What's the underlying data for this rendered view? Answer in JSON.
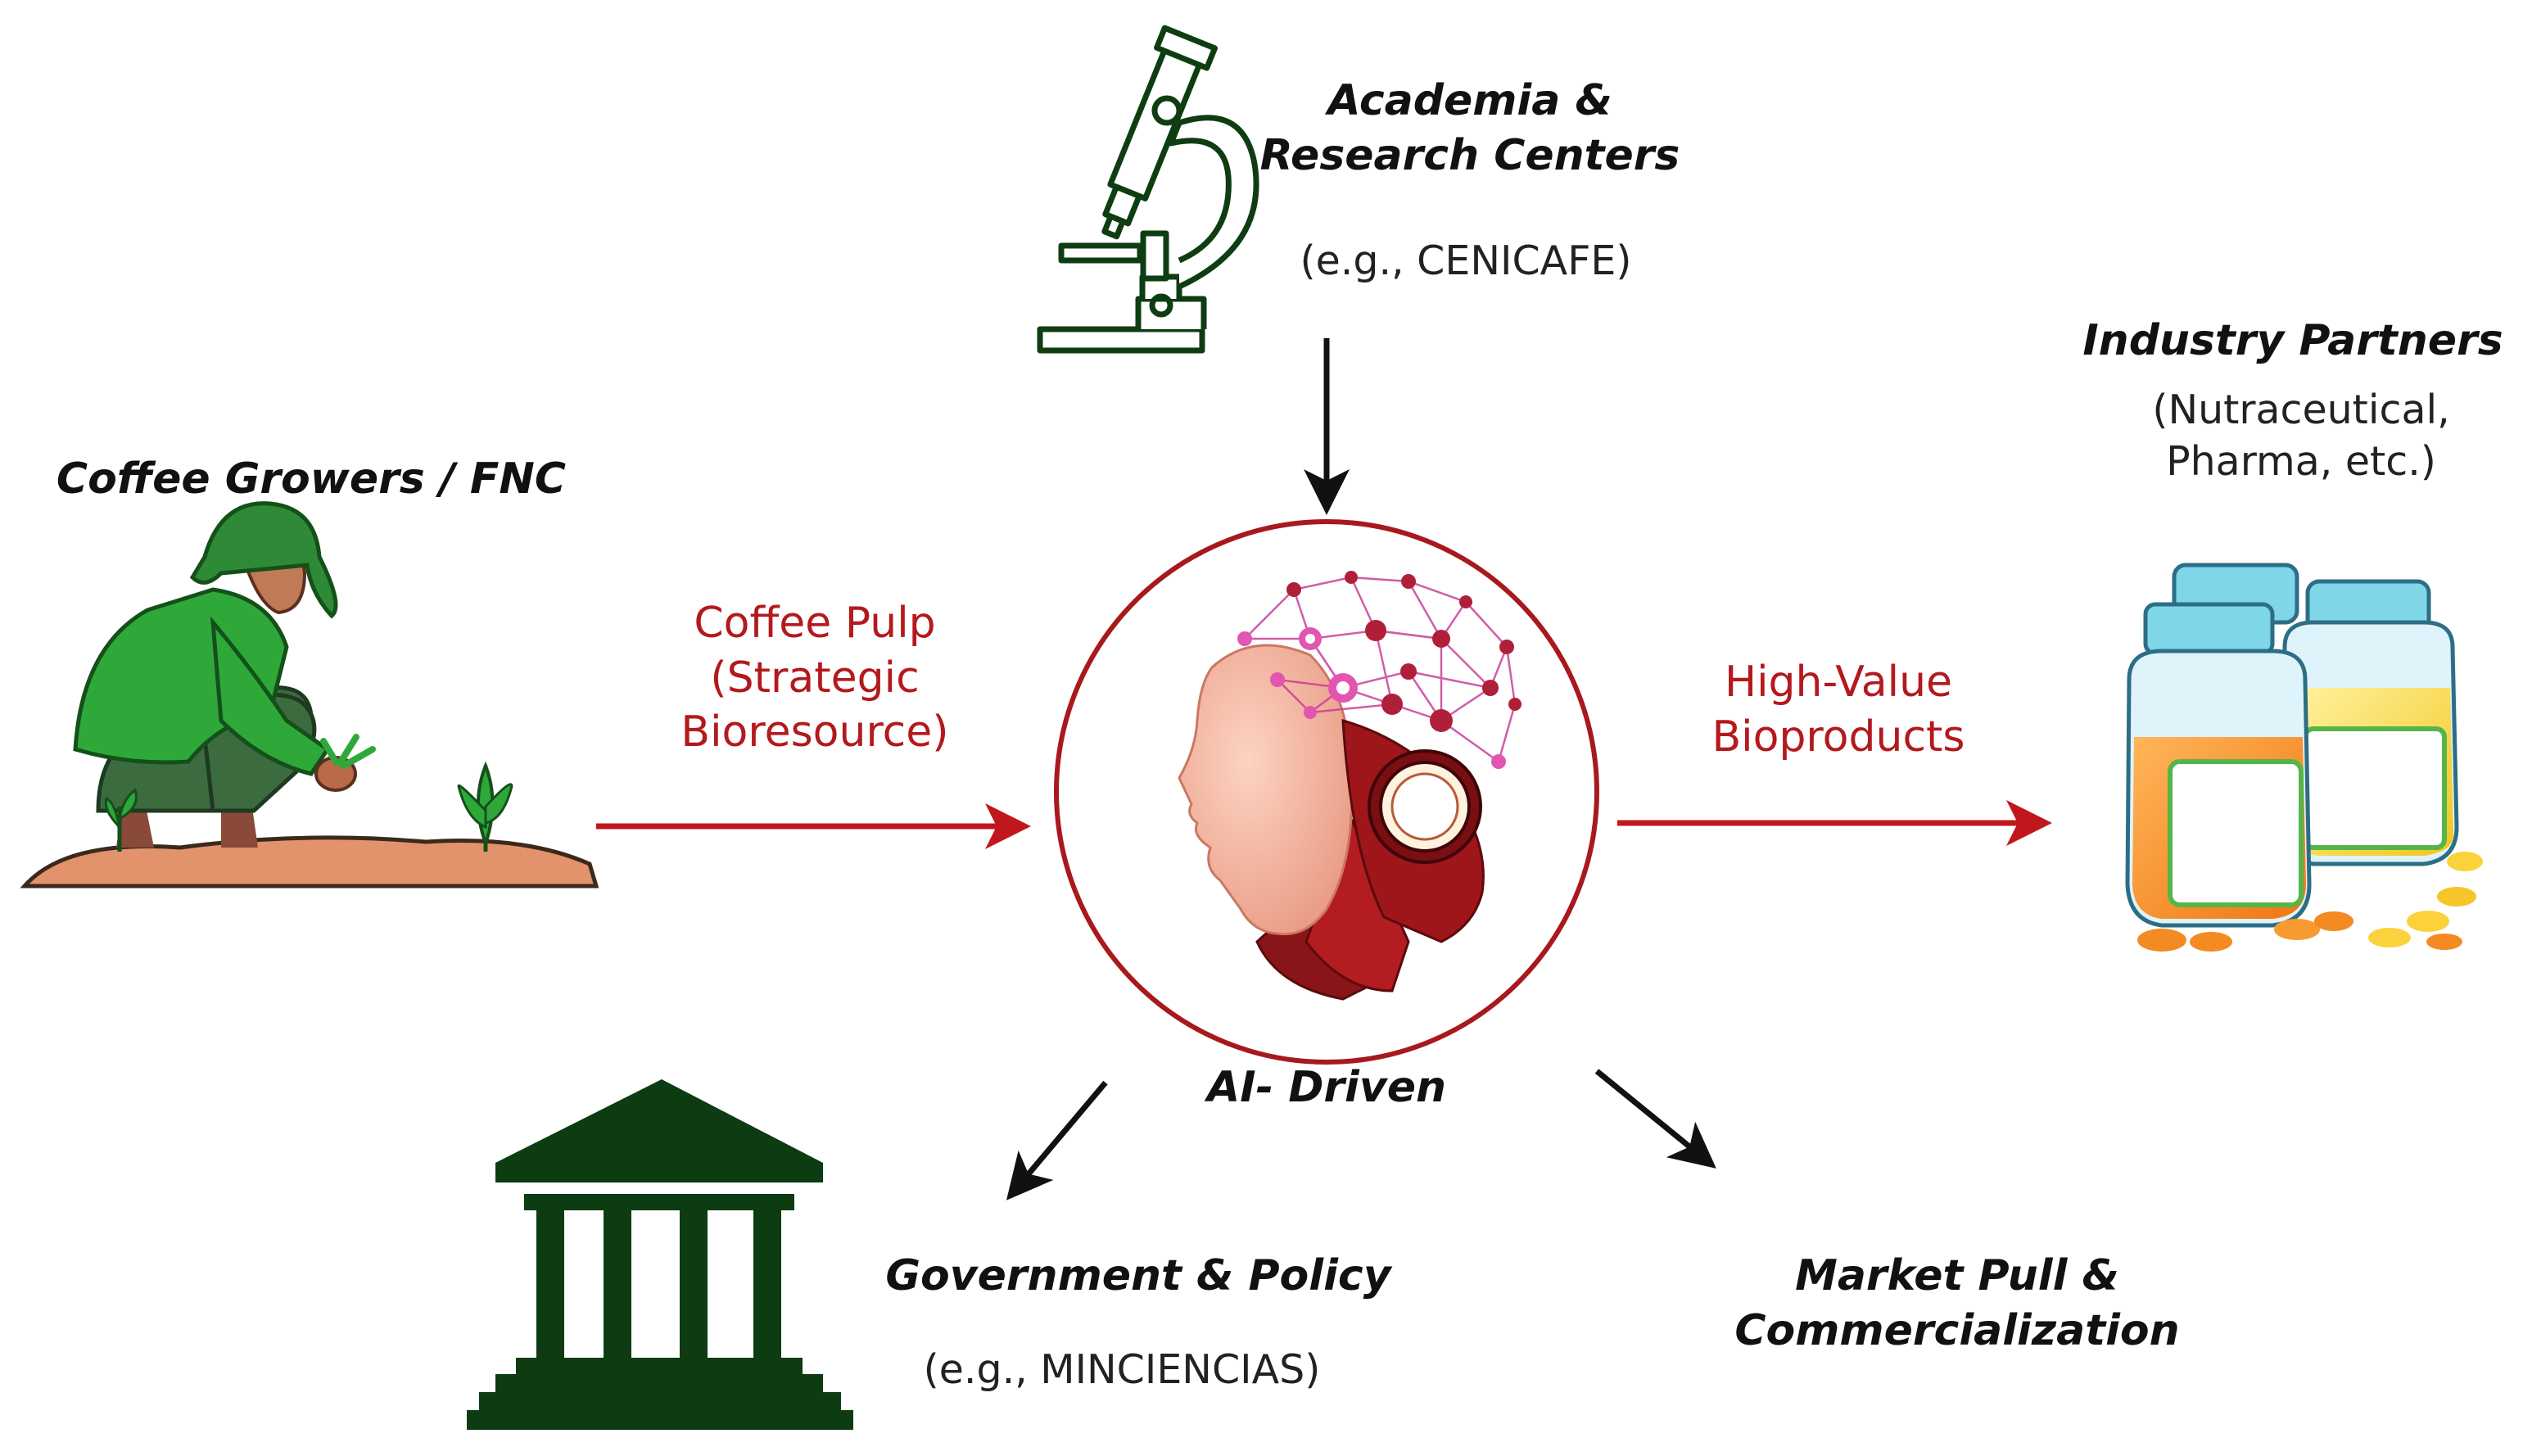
{
  "diagram": {
    "academia": {
      "title_line1": "Academia &",
      "title_line2": "Research Centers",
      "example": "(e.g., CENICAFE)"
    },
    "growers": {
      "title": "Coffee Growers / FNC"
    },
    "industry": {
      "title": "Industry Partners",
      "sub_line1": "(Nutraceutical,",
      "sub_line2": "Pharma, etc.)"
    },
    "flow_left": {
      "line1": "Coffee Pulp",
      "line2": "(Strategic",
      "line3": "Bioresource)"
    },
    "flow_right": {
      "line1": "High-Value",
      "line2": "Bioproducts"
    },
    "center": {
      "label": "AI- Driven"
    },
    "government": {
      "title": "Government & Policy",
      "example": "(e.g., MINCIENCIAS)"
    },
    "market": {
      "title_line1": "Market Pull &",
      "title_line2": "Commercialization"
    }
  },
  "colors": {
    "accent_red": "#b3191d",
    "dark_green": "#0f3d12",
    "shirt_green": "#2fa83a",
    "arrow_black": "#111111"
  },
  "icons": [
    "microscope-icon",
    "farmer-icon",
    "ai-head-icon",
    "pill-bottles-icon",
    "government-building-icon"
  ]
}
